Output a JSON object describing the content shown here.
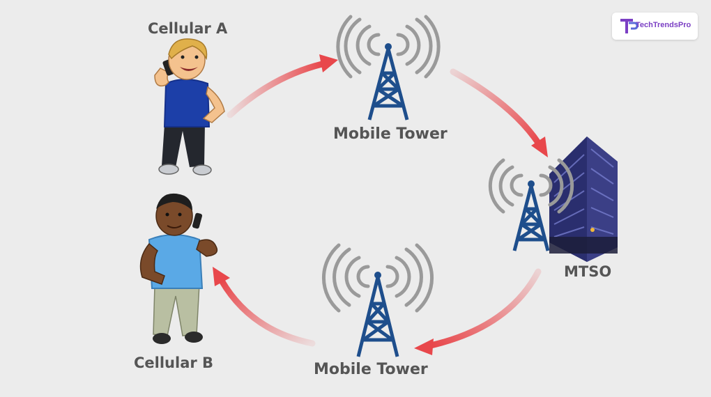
{
  "labels": {
    "cellular_a": "Cellular A",
    "cellular_b": "Cellular B",
    "tower_top": "Mobile Tower",
    "tower_bottom": "Mobile Tower",
    "mtso": "MTSO"
  },
  "logo": {
    "text": "TechTrendsPro",
    "mark": "TP"
  },
  "colors": {
    "background": "#ececec",
    "arrow": "#e8474b",
    "tower": "#1e4e8c",
    "signal": "#9a9a9a",
    "label": "#555555",
    "building": "#4a4f9a",
    "logo_accent": "#7b3fc4"
  },
  "icons": [
    "person-a-icon",
    "person-b-icon",
    "tower-icon",
    "building-icon",
    "signal-waves-icon",
    "arrow-icon"
  ]
}
